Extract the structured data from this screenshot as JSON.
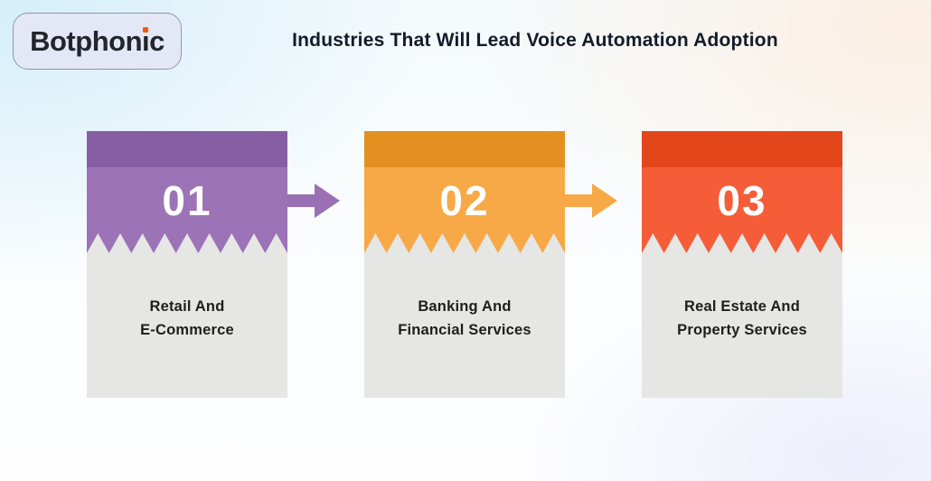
{
  "header": {
    "logo": {
      "text": "Botphonic",
      "text_before_i": "Botphon",
      "i_char": "ı",
      "text_after_i": "c",
      "accent_dot_color": "#f4580f"
    },
    "title": "Industries That Will Lead Voice Automation Adoption"
  },
  "steps": [
    {
      "number": "01",
      "label_line1": "Retail And",
      "label_line2": "E-Commerce",
      "color_dark": "#875da4",
      "color_light": "#9b73b6"
    },
    {
      "number": "02",
      "label_line1": "Banking And",
      "label_line2": "Financial Services",
      "color_dark": "#e29120",
      "color_light": "#f6a946"
    },
    {
      "number": "03",
      "label_line1": "Real Estate And",
      "label_line2": "Property Services",
      "color_dark": "#e4461c",
      "color_light": "#f55c38"
    }
  ],
  "arrows": [
    {
      "direction": "right",
      "color": "#9a6fb3"
    },
    {
      "direction": "right",
      "color": "#f6a946"
    }
  ],
  "colors": {
    "card_body": "#e6e6e4",
    "title_text": "#131b2a",
    "card_label_text": "#1e1e1e",
    "number_text": "#ffffff",
    "logo_background": "#e4e8f6",
    "logo_border": "#8f96ad"
  }
}
